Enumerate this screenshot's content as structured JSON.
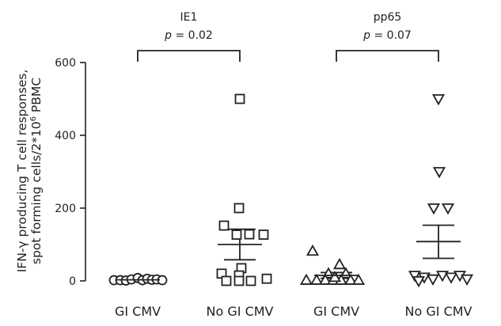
{
  "chart_data": {
    "type": "scatter",
    "ylabel_line1": "IFN-γ producing T cell responses,",
    "ylabel_line2_pre": "spot forming cells/2*10",
    "ylabel_sup": "6",
    "ylabel_line2_post": " PBMC",
    "yticks": [
      0,
      200,
      400,
      600
    ],
    "ylim": [
      0,
      600
    ],
    "categories": [
      "GI CMV",
      "No GI CMV",
      "GI CMV",
      "No GI CMV"
    ],
    "groups": [
      {
        "name": "IE1",
        "pvalue": "p = 0.02",
        "p_letter": "p",
        "p_rest": " = 0.02",
        "compare": [
          0,
          1
        ]
      },
      {
        "name": "pp65",
        "pvalue": "p = 0.07",
        "p_letter": "p",
        "p_rest": " = 0.07",
        "compare": [
          2,
          3
        ]
      }
    ],
    "series": [
      {
        "category": "GI CMV",
        "group": "IE1",
        "marker": "circle",
        "mean": 3,
        "sem_low": 1,
        "sem_high": 5,
        "points": [
          {
            "dx": -30,
            "y": 2
          },
          {
            "dx": -22,
            "y": 2
          },
          {
            "dx": -15,
            "y": 1
          },
          {
            "dx": -8,
            "y": 4
          },
          {
            "dx": 0,
            "y": 8
          },
          {
            "dx": 6,
            "y": 2
          },
          {
            "dx": 12,
            "y": 6
          },
          {
            "dx": 18,
            "y": 3
          },
          {
            "dx": 24,
            "y": 4
          },
          {
            "dx": 31,
            "y": 2
          }
        ]
      },
      {
        "category": "No GI CMV",
        "group": "IE1",
        "marker": "square",
        "mean": 100,
        "sem_low": 58,
        "sem_high": 142,
        "points": [
          {
            "dx": 0,
            "y": 500
          },
          {
            "dx": -1,
            "y": 200
          },
          {
            "dx": -20,
            "y": 152
          },
          {
            "dx": -4,
            "y": 127
          },
          {
            "dx": 12,
            "y": 128
          },
          {
            "dx": 30,
            "y": 127
          },
          {
            "dx": 2,
            "y": 35
          },
          {
            "dx": -23,
            "y": 20
          },
          {
            "dx": -1,
            "y": 15
          },
          {
            "dx": -17,
            "y": 0
          },
          {
            "dx": -1,
            "y": 0
          },
          {
            "dx": 14,
            "y": 0
          },
          {
            "dx": 34,
            "y": 6
          }
        ]
      },
      {
        "category": "GI CMV",
        "group": "pp65",
        "marker": "triangle-up",
        "mean": 15,
        "sem_low": 7,
        "sem_high": 23,
        "points": [
          {
            "dx": -30,
            "y": 82
          },
          {
            "dx": 4,
            "y": 45
          },
          {
            "dx": -10,
            "y": 20
          },
          {
            "dx": 12,
            "y": 20
          },
          {
            "dx": -38,
            "y": 2
          },
          {
            "dx": -25,
            "y": 2
          },
          {
            "dx": -14,
            "y": 2
          },
          {
            "dx": -4,
            "y": 2
          },
          {
            "dx": 6,
            "y": 2
          },
          {
            "dx": 18,
            "y": 2
          },
          {
            "dx": 28,
            "y": 2
          },
          {
            "dx": -2,
            "y": 10
          }
        ]
      },
      {
        "category": "No GI CMV",
        "group": "pp65",
        "marker": "triangle-down",
        "mean": 108,
        "sem_low": 62,
        "sem_high": 153,
        "points": [
          {
            "dx": 0,
            "y": 500
          },
          {
            "dx": 1,
            "y": 300
          },
          {
            "dx": -6,
            "y": 200
          },
          {
            "dx": 12,
            "y": 200
          },
          {
            "dx": -30,
            "y": 15
          },
          {
            "dx": -18,
            "y": 10
          },
          {
            "dx": -7,
            "y": 5
          },
          {
            "dx": 5,
            "y": 15
          },
          {
            "dx": 16,
            "y": 10
          },
          {
            "dx": 27,
            "y": 15
          },
          {
            "dx": 36,
            "y": 5
          },
          {
            "dx": -25,
            "y": 0
          }
        ]
      }
    ]
  }
}
